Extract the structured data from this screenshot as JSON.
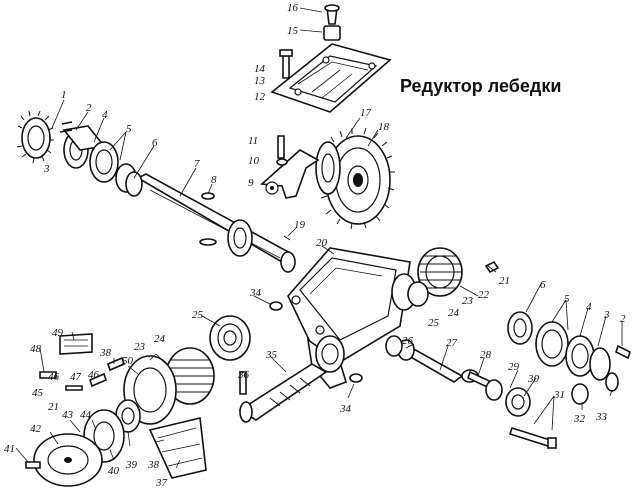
{
  "title": "Редуктор лебедки",
  "colors": {
    "ink": "#111111",
    "background": "#ffffff"
  },
  "labels": [
    "1",
    "2",
    "3",
    "4",
    "5",
    "6",
    "7",
    "8",
    "9",
    "10",
    "11",
    "12",
    "13",
    "14",
    "15",
    "16",
    "17",
    "18",
    "19",
    "20",
    "21",
    "22",
    "23",
    "24",
    "25",
    "26",
    "27",
    "28",
    "29",
    "30",
    "31",
    "32",
    "33",
    "34",
    "35",
    "36",
    "37",
    "38",
    "39",
    "40",
    "41",
    "42",
    "43",
    "44",
    "45",
    "46",
    "47",
    "48",
    "49",
    "50"
  ]
}
